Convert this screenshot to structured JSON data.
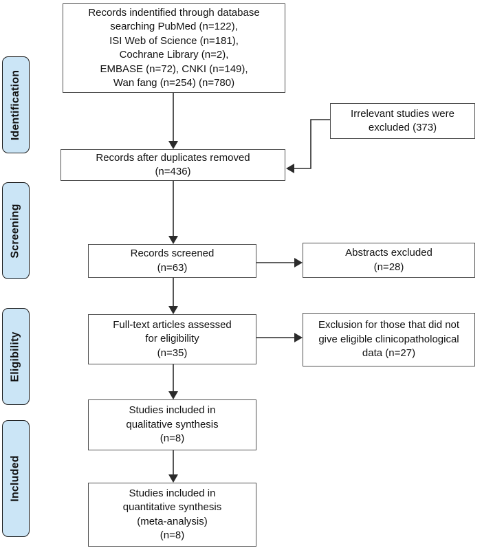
{
  "colors": {
    "stage_fill": "#cbe5f6",
    "stage_border": "#1a1a1a",
    "box_fill": "#ffffff",
    "box_border": "#4d4d4d",
    "connector": "#2b2b2b",
    "text": "#111111"
  },
  "stages": [
    {
      "label": "Identification"
    },
    {
      "label": "Screening"
    },
    {
      "label": "Eligibility"
    },
    {
      "label": "Included"
    }
  ],
  "boxes": {
    "identified": "Records indentified through database\nsearching PubMed (n=122),\nISI Web of Science (n=181),\nCochrane Library (n=2),\nEMBASE (n=72), CNKI (n=149),\nWan fang (n=254) (n=780)",
    "irrelevant_excluded": "Irrelevant studies were\nexcluded (373)",
    "duplicates_removed": "Records after duplicates removed\n(n=436)",
    "screened": "Records screened\n(n=63)",
    "abstracts_excluded": "Abstracts excluded\n(n=28)",
    "fulltext_assessed": "Full-text articles assessed\nfor eligibility\n(n=35)",
    "exclusion_no_data": "Exclusion for those that did not\ngive eligible clinicopathological\ndata (n=27)",
    "qualitative": "Studies included in\nqualitative synthesis\n(n=8)",
    "quantitative": "Studies included in\nquantitative synthesis\n(meta-analysis)\n(n=8)"
  }
}
